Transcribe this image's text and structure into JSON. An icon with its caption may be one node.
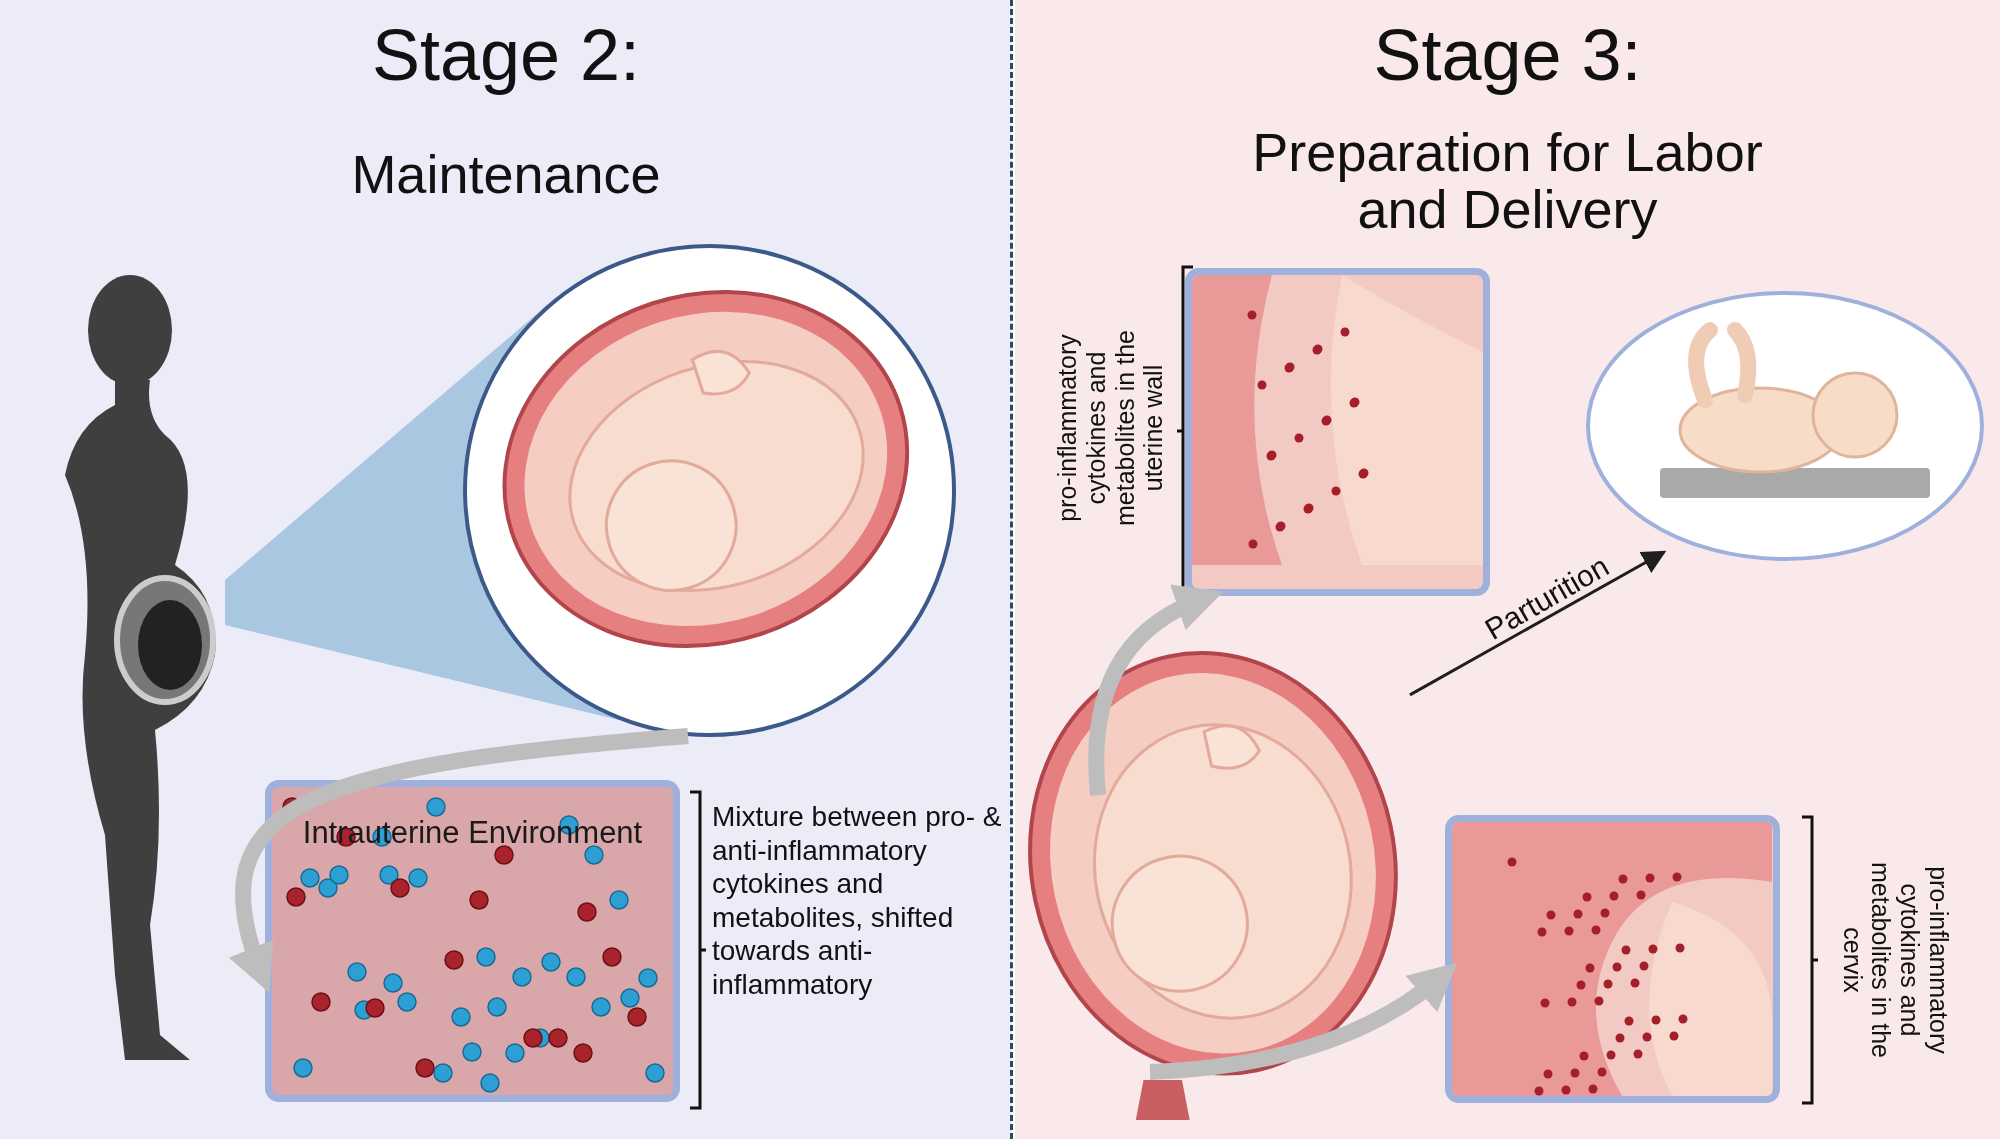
{
  "diagram": {
    "nodes": [
      {
        "text": [
          "Stage 2:",
          "Maintenance"
        ]
      },
      {
        "text": [
          "Stage 3:",
          "Preparation for Labor and Delivery"
        ]
      },
      {
        "text": [],
        "shape": "person",
        "in": 0
      },
      {
        "text": [],
        "shape": "picture",
        "in": 0
      },
      {
        "text": [
          "Intrauterine Environment"
        ],
        "beside": [
          "Mixture between pro- & anti-inflammatory cytokines and metabolites, shifted towards anti-inflammatory"
        ],
        "in": 0
      },
      {
        "text": [],
        "shape": "picture",
        "in": 1
      },
      {
        "text": [],
        "shape": "picture",
        "beside": [
          "pro-inflammatory cytokines and metabolites in the uterine wall"
        ],
        "in": 1
      },
      {
        "text": [],
        "shape": "picture",
        "in": 1
      },
      {
        "text": [],
        "shape": "picture",
        "beside": [
          "pro-inflammatory cytokines and metabolites in the cervix"
        ],
        "in": 1
      }
    ],
    "edges": [
      {
        "from": 3,
        "to": 4,
        "arrow": "to"
      },
      {
        "from": 5,
        "to": 6,
        "arrow": "to"
      },
      {
        "from": 5,
        "to": 8,
        "arrow": "to"
      },
      {
        "from": 5,
        "to": 7,
        "arrow": "to",
        "label": "Parturition",
        "color": "#1f1f1f"
      }
    ]
  }
}
